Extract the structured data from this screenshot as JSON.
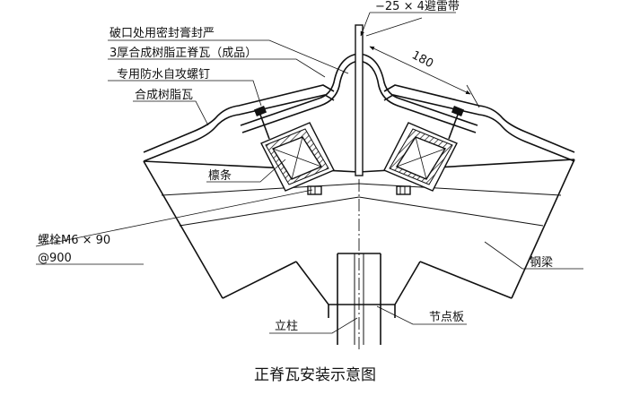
{
  "labels": {
    "lightning_strip": "−25 × 4避雷带",
    "seal_note": "破口处用密封膏封严",
    "ridge_tile": "3厚合成树脂正脊瓦（成品）",
    "screw": "专用防水自攻螺钉",
    "resin_tile": "合成树脂瓦",
    "purlin": "檩条",
    "bolt": "螺栓M6 × 90",
    "bolt_spacing": "@900",
    "dimension": "180",
    "steel_beam": "钢梁",
    "gusset_plate": "节点板",
    "column": "立柱"
  },
  "caption": "正脊瓦安装示意图"
}
